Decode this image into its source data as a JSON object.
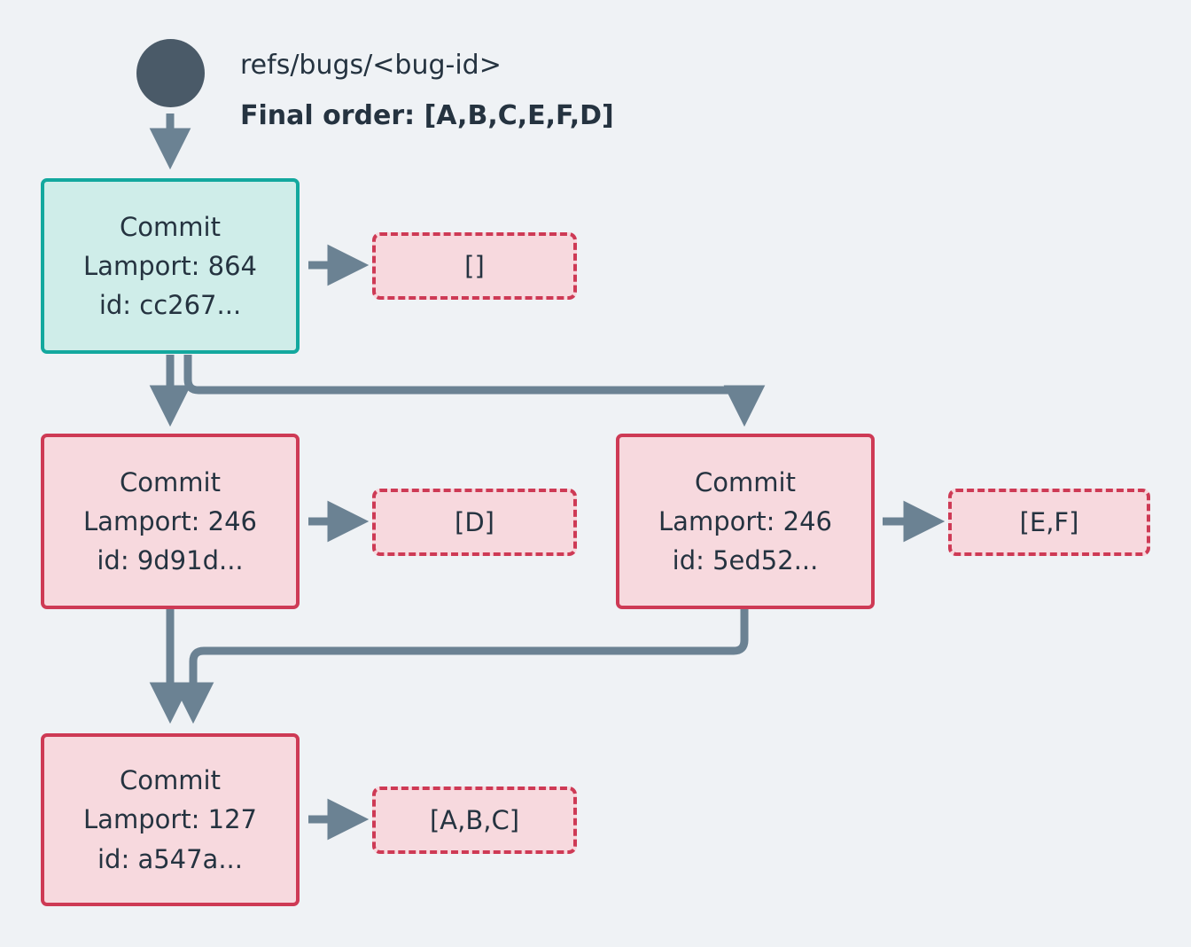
{
  "diagram": {
    "title_ref": "refs/bugs/<bug-id>",
    "final_order": "Final order: [A,B,C,E,F,D]",
    "background_color": "#eff2f5",
    "text_color": "#253340",
    "edge_color": "#6b8293",
    "head_node_color": "#13a89e",
    "head_node_fill": "#cfede9",
    "commit_color": "#ce3a55",
    "commit_fill": "#f7d9de",
    "ref_dot_color": "#4a5a68"
  },
  "ref_pointer": {
    "label": "refs/bugs/<bug-id>"
  },
  "commits": [
    {
      "title": "Commit",
      "lamport": "Lamport: 864",
      "id": "id: cc267...",
      "operations": "[]"
    },
    {
      "title": "Commit",
      "lamport": "Lamport: 246",
      "id": "id: 9d91d...",
      "operations": "[D]"
    },
    {
      "title": "Commit",
      "lamport": "Lamport: 246",
      "id": "id: 5ed52...",
      "operations": "[E,F]"
    },
    {
      "title": "Commit",
      "lamport": "Lamport: 127",
      "id": "id: a547a...",
      "operations": "[A,B,C]"
    }
  ]
}
